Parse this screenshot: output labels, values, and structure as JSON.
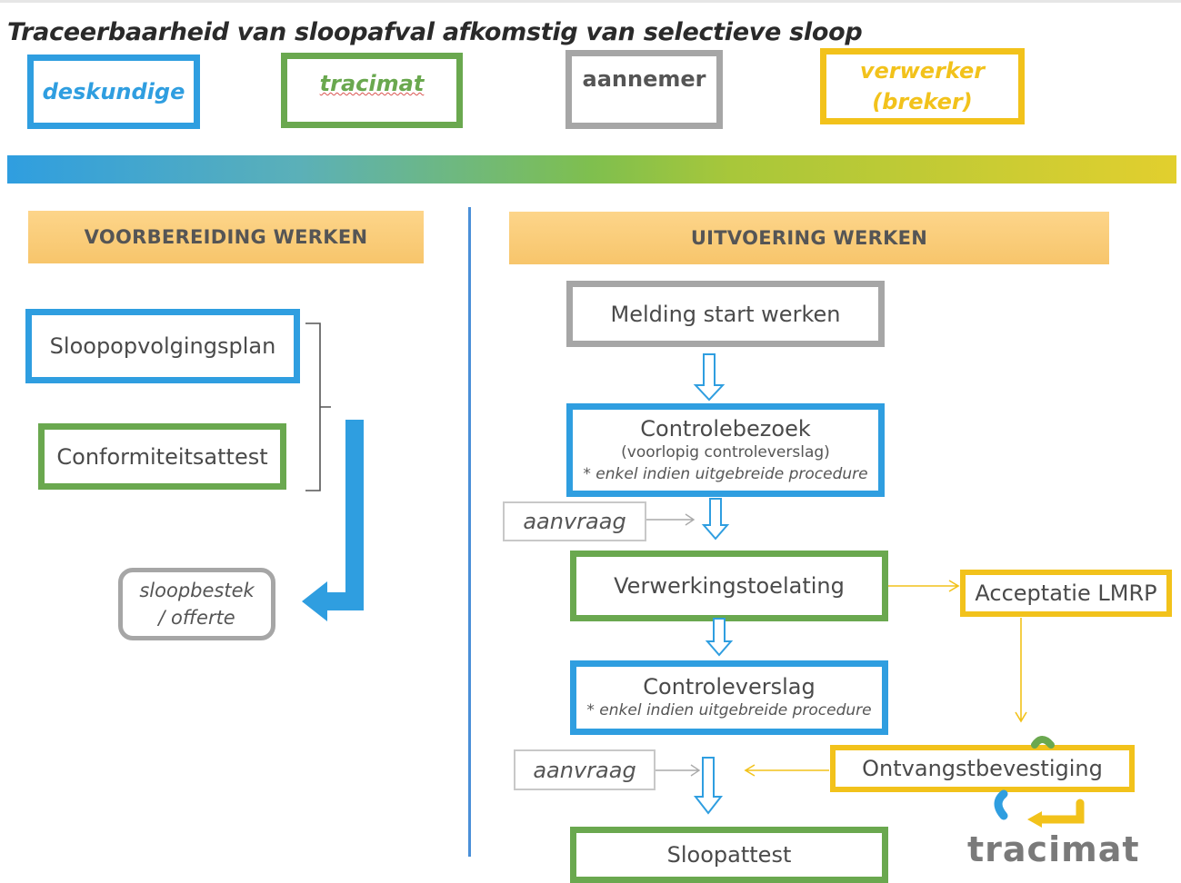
{
  "title": "Traceerbaarheid van sloopafval afkomstig van selectieve sloop",
  "legend": [
    {
      "key": "deskundige",
      "label": "deskundige",
      "color": "#2f9ee0"
    },
    {
      "key": "tracimat",
      "label": "tracimat",
      "color": "#6aa84f"
    },
    {
      "key": "aannemer",
      "label": "aannemer",
      "color": "#a6a6a6"
    },
    {
      "key": "verwerker",
      "label": "verwerker (breker)",
      "label_line1": "verwerker",
      "label_line2": "(breker)",
      "color": "#f2c21b"
    }
  ],
  "phases": {
    "left": "VOORBEREIDING WERKEN",
    "right": "UITVOERING WERKEN"
  },
  "left": {
    "sloopopvolgingsplan": "Sloopopvolgingsplan",
    "conformiteitsattest": "Conformiteitsattest",
    "offerte_line1": "sloopbestek",
    "offerte_line2": "/ offerte"
  },
  "flow": {
    "melding": "Melding start werken",
    "controlebezoek": "Controlebezoek",
    "controlebezoek_sub": "(voorlopig controleverslag)",
    "controlebezoek_note": "* enkel indien uitgebreide procedure",
    "aanvraag1": "aanvraag",
    "verwerkingstoelating": "Verwerkingstoelating",
    "acceptatie": "Acceptatie LMRP",
    "controleverslag": "Controleverslag",
    "controleverslag_note": "* enkel indien uitgebreide procedure",
    "aanvraag2": "aanvraag",
    "ontvangst": "Ontvangstbevestiging",
    "sloopattest": "Sloopattest"
  },
  "logo": {
    "text": "tracimat",
    "colors": {
      "blue": "#2f9ee0",
      "green": "#6aa84f",
      "yellow": "#f2c21b"
    }
  }
}
